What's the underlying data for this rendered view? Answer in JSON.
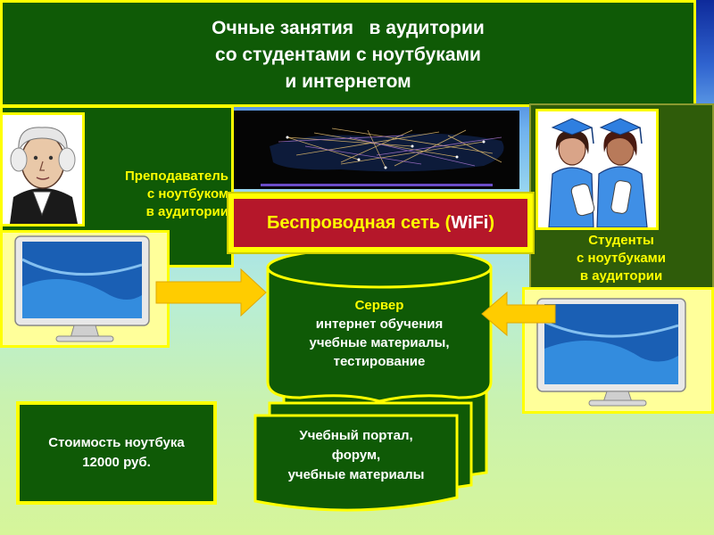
{
  "title": {
    "line1": "Очные занятия   в аудитории",
    "line2": "со студентами с ноутбуками",
    "line3": "и интернетом"
  },
  "teacher": {
    "line1": "Преподаватель",
    "line2": "с ноутбуком",
    "line3": "в аудитории"
  },
  "wifi": {
    "label": "Беспроводная сеть (",
    "label_wifi": "WiFi",
    "label_end": ")"
  },
  "students": {
    "line1": "Студенты",
    "line2": "с ноутбуками",
    "line3": "в аудитории"
  },
  "server": {
    "line1": "Сервер",
    "line2": "интернет обучения",
    "line3": "учебные материалы,",
    "line4": "тестирование"
  },
  "portal": {
    "line1": "Учебный портал,",
    "line2": "форум,",
    "line3": "учебные материалы"
  },
  "cost": {
    "line1": "Стоимость ноутбука",
    "line2": "12000 руб."
  },
  "colors": {
    "dark_green": "#0f5a06",
    "yellow": "#ffff00",
    "wifi_red": "#b5172a",
    "arrow_orange": "#ffcc00"
  }
}
